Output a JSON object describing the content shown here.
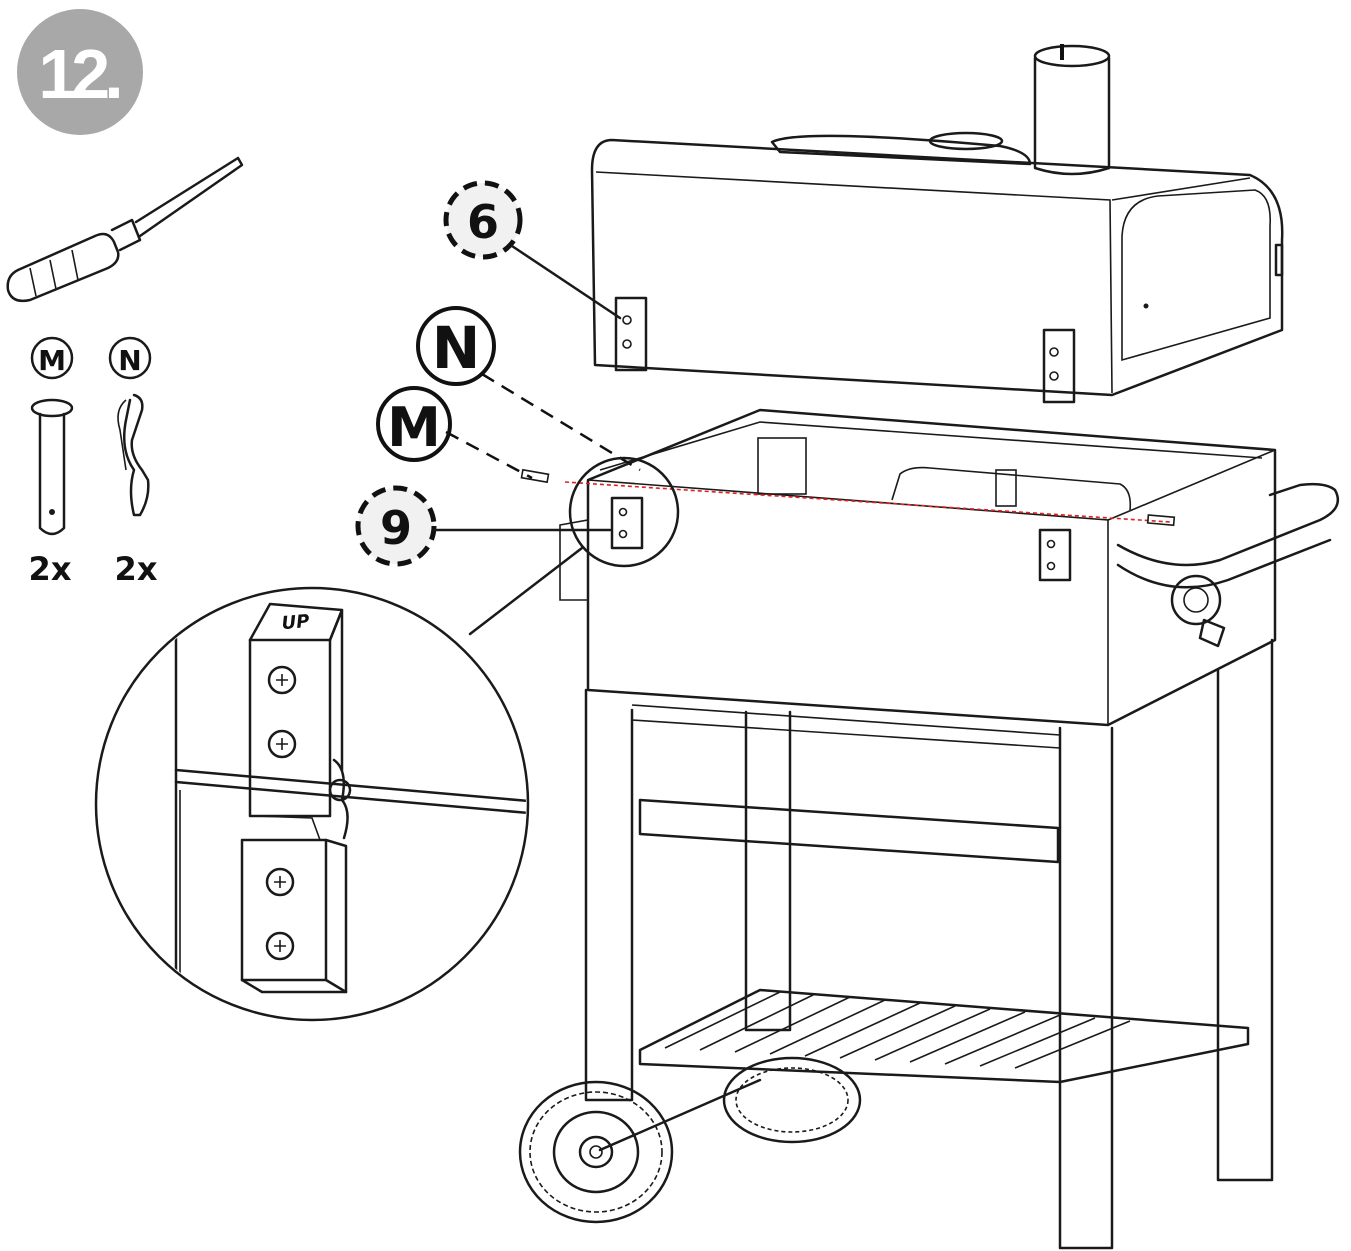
{
  "step": {
    "number": "12.",
    "badge_color": "#a8a8a8"
  },
  "parts": [
    {
      "letter": "M",
      "name": "pin",
      "quantity": "2x"
    },
    {
      "letter": "N",
      "name": "r-clip",
      "quantity": "2x"
    }
  ],
  "callouts": {
    "lid_part": "6",
    "hinge_part": "9",
    "pin_part": "M",
    "clip_part": "N"
  },
  "detail": {
    "hinge_label": "UP"
  },
  "colors": {
    "line": "#1a1a1a",
    "dashed_circle": "#1a1a1a",
    "guide_red": "#e02020"
  }
}
